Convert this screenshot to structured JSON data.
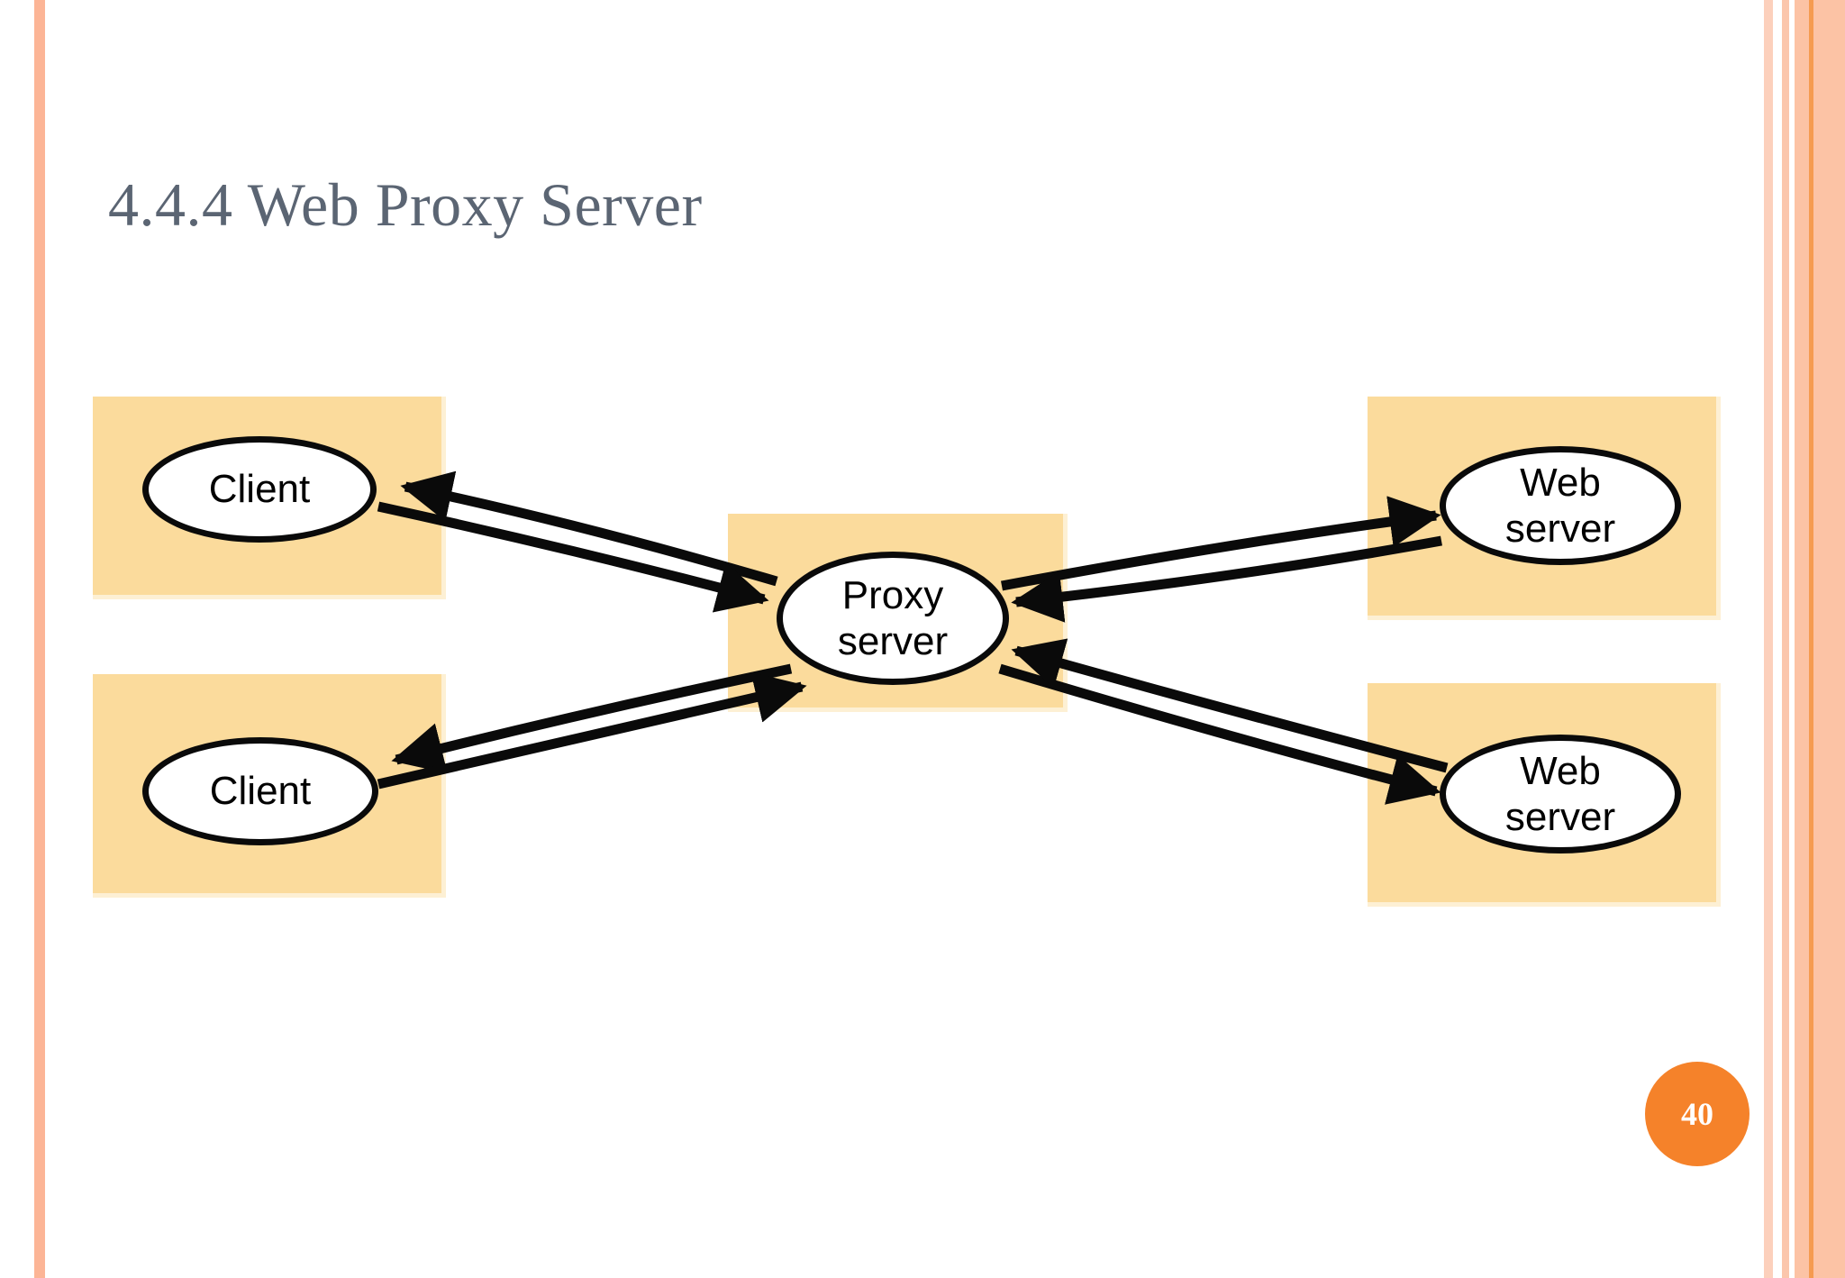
{
  "slide": {
    "title": "4.4.4 Web Proxy Server",
    "page_number": "40",
    "background_color": "#ffffff",
    "title_color": "#5b6573",
    "accent_color": "#f5822a",
    "panel_color": "#fbdb9c",
    "stripe_color": "#fcb596"
  },
  "diagram": {
    "type": "network-topology",
    "nodes": [
      {
        "id": "client-top",
        "label_lines": [
          "Client"
        ],
        "shape": "ellipse",
        "panel": true
      },
      {
        "id": "client-bottom",
        "label_lines": [
          "Client"
        ],
        "shape": "ellipse",
        "panel": true
      },
      {
        "id": "proxy",
        "label_lines": [
          "Proxy",
          "server"
        ],
        "shape": "ellipse",
        "panel": true
      },
      {
        "id": "web-top",
        "label_lines": [
          "Web",
          "server"
        ],
        "shape": "ellipse",
        "panel": true
      },
      {
        "id": "web-bottom",
        "label_lines": [
          "Web",
          "server"
        ],
        "shape": "ellipse",
        "panel": true
      }
    ],
    "edges": [
      {
        "from": "client-top",
        "to": "proxy",
        "direction": "bidirectional"
      },
      {
        "from": "client-bottom",
        "to": "proxy",
        "direction": "bidirectional"
      },
      {
        "from": "proxy",
        "to": "web-top",
        "direction": "bidirectional"
      },
      {
        "from": "proxy",
        "to": "web-bottom",
        "direction": "bidirectional"
      }
    ],
    "labels": {
      "client_top": "Client",
      "client_bottom": "Client",
      "proxy_line1": "Proxy",
      "proxy_line2": "server",
      "web_top_line1": "Web",
      "web_top_line2": "server",
      "web_bottom_line1": "Web",
      "web_bottom_line2": "server"
    }
  }
}
